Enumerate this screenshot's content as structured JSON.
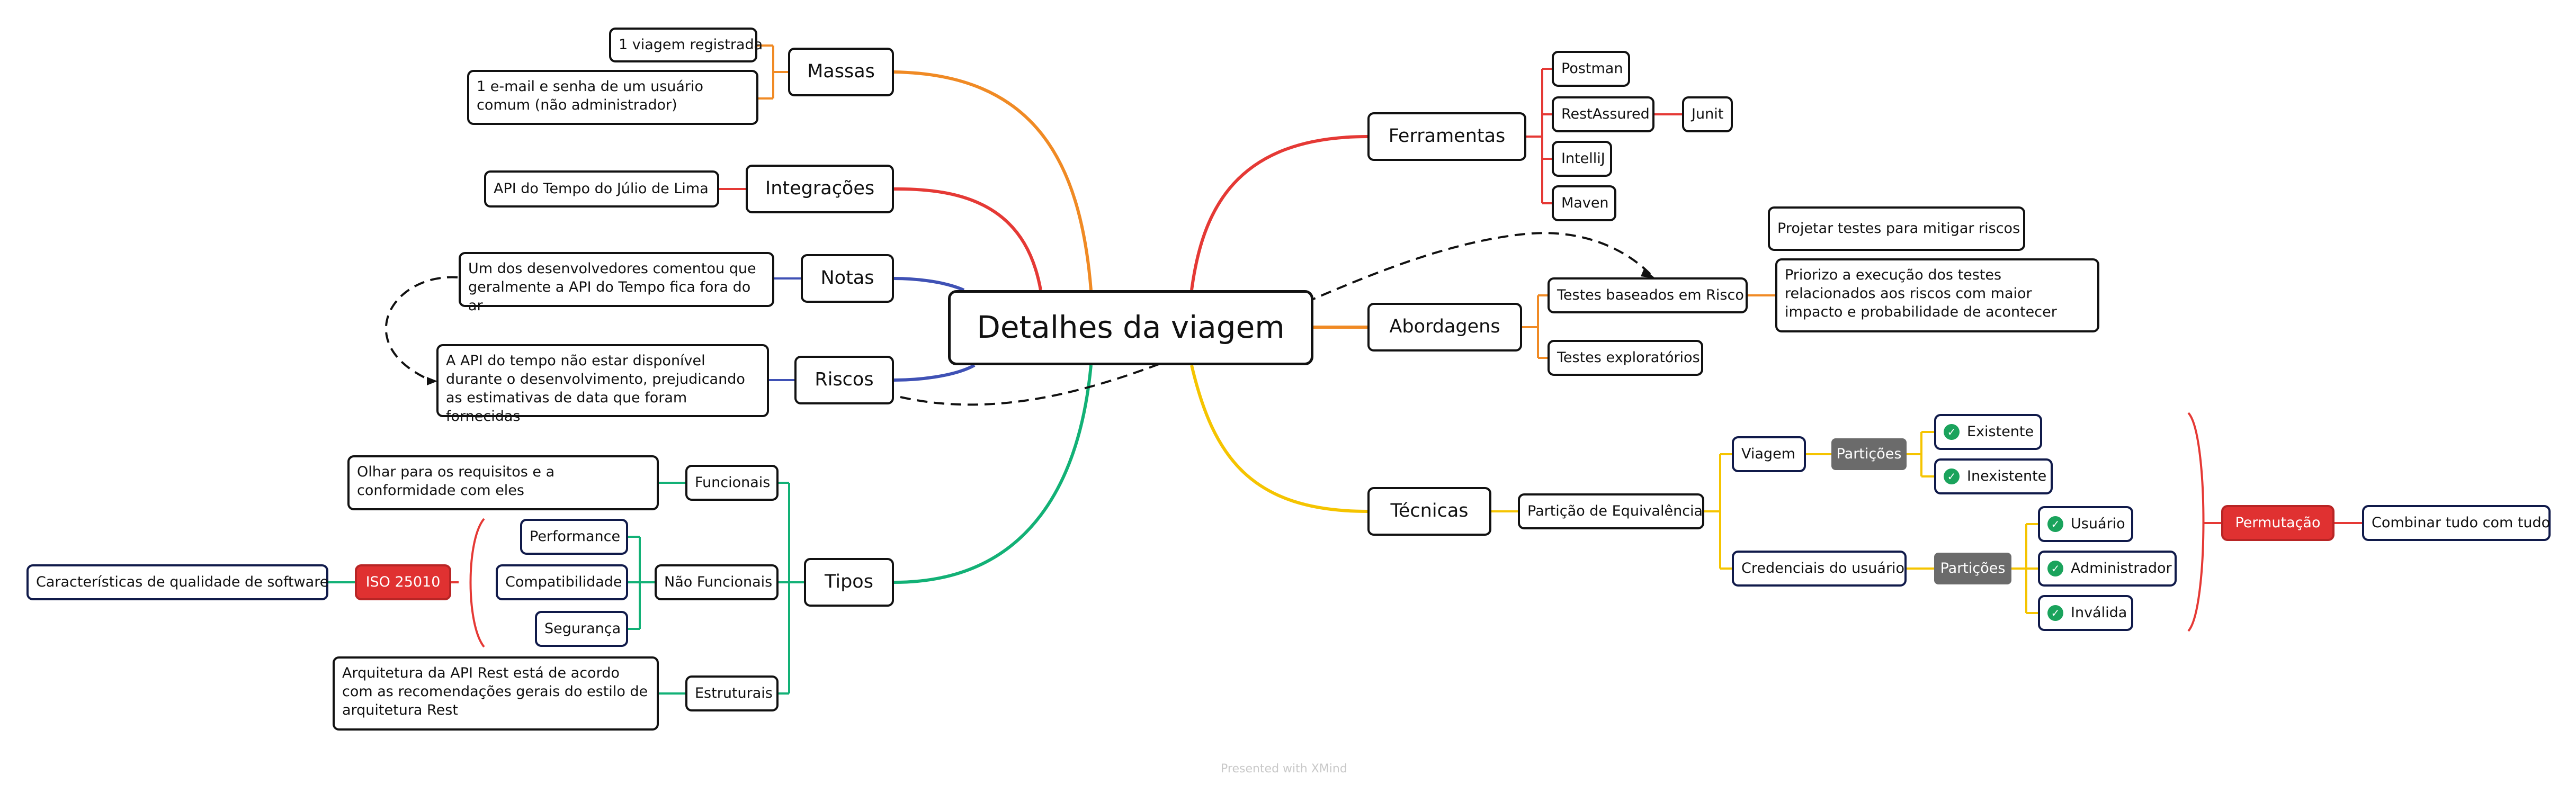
{
  "central": "Detalhes da viagem",
  "left": {
    "massas": {
      "label": "Massas",
      "items": [
        "1 viagem registrada",
        "1 e-mail e senha de um usuário comum (não administrador)"
      ]
    },
    "integracoes": {
      "label": "Integrações",
      "items": [
        "API do Tempo do Júlio de Lima"
      ]
    },
    "notas": {
      "label": "Notas",
      "items": [
        "Um dos desenvolvedores comentou que geralmente a API do Tempo fica fora do ar"
      ]
    },
    "riscos": {
      "label": "Riscos",
      "items": [
        "A API do tempo não estar disponível durante o desenvolvimento, prejudicando as estimativas de data que foram fornecidas"
      ]
    },
    "tipos": {
      "label": "Tipos",
      "funcionais": {
        "label": "Funcionais",
        "item": "Olhar para os requisitos e a conformidade com eles"
      },
      "nao_funcionais": {
        "label": "Não Funcionais",
        "items": [
          "Performance",
          "Compatibilidade",
          "Segurança"
        ],
        "iso": "ISO 25010",
        "iso_desc": "Características de qualidade de software"
      },
      "estruturais": {
        "label": "Estruturais",
        "item": "Arquitetura da API Rest está de acordo com as recomendações gerais do estilo de arquitetura Rest"
      }
    }
  },
  "right": {
    "ferramentas": {
      "label": "Ferramentas",
      "items": [
        "Postman",
        "RestAssured",
        "IntelliJ",
        "Maven"
      ],
      "restassured_child": "Junit"
    },
    "abordagens": {
      "label": "Abordagens",
      "risco": {
        "label": "Testes baseados em Risco",
        "items": [
          "Projetar testes para mitigar riscos",
          "Priorizo a execução dos testes relacionados aos riscos com maior impacto e probabilidade de acontecer"
        ]
      },
      "exploratorios": "Testes exploratórios"
    },
    "tecnicas": {
      "label": "Técnicas",
      "particao": "Partição de Equivalência",
      "viagem": {
        "label": "Viagem",
        "particoes": "Partições",
        "items": [
          "Existente",
          "Inexistente"
        ]
      },
      "credenciais": {
        "label": "Credenciais do usuário",
        "particoes": "Partições",
        "items": [
          "Usuário",
          "Administrador",
          "Inválida"
        ]
      },
      "permutacao": "Permutação",
      "combinar": "Combinar tudo com tudo"
    }
  },
  "footer": "Presented with XMind",
  "colors": {
    "massas": "#f08a24",
    "integracoes": "#e53935",
    "notas": "#3f51b5",
    "riscos": "#3f51b5",
    "tipos": "#12b176",
    "ferramentas": "#e53935",
    "abordagens": "#f08a24",
    "tecnicas": "#f5c400",
    "check": "#1aa35c",
    "red_node": "#e03131"
  }
}
